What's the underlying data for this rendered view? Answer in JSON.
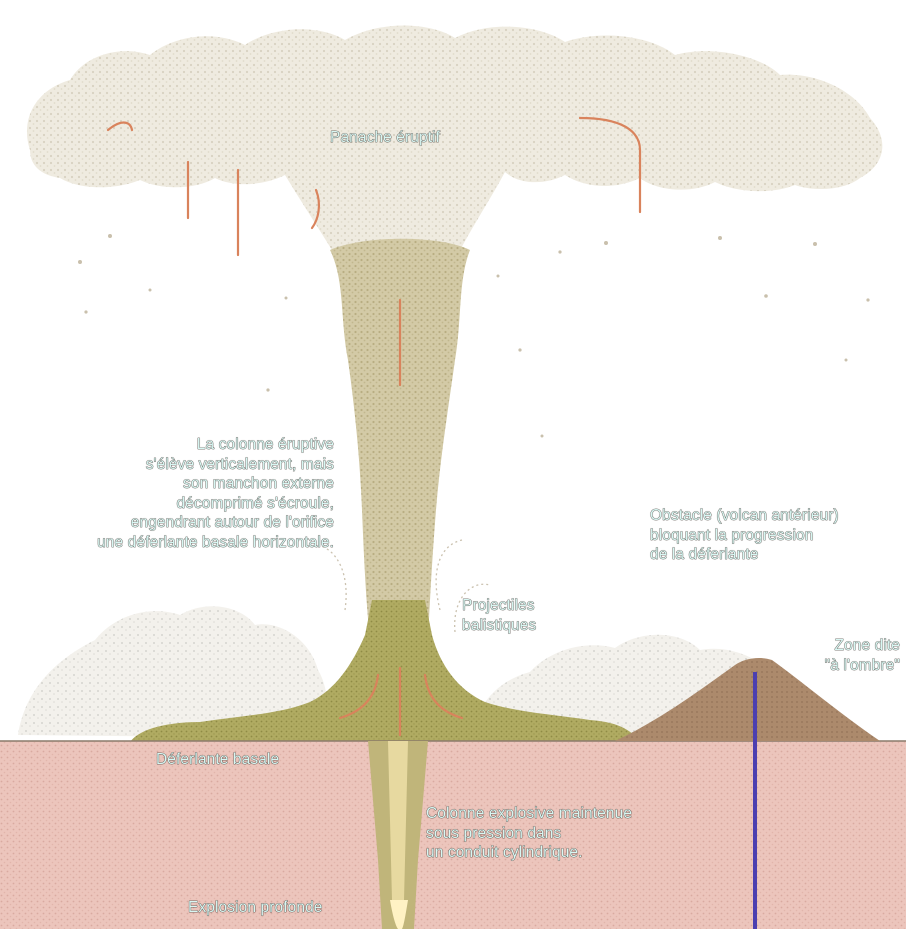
{
  "labels": {
    "plume": "Panache éruptif",
    "column": [
      "La colonne éruptive",
      "s'élève verticalement, mais",
      "son manchon externe",
      "décomprimé s'écroule,",
      "engendrant autour de l'orifice",
      "une déferlante basale horizontale."
    ],
    "obstacle": [
      "Obstacle (volcan antérieur)",
      "bloquant la progression",
      "de la déferlante"
    ],
    "projectiles": [
      "Projectiles",
      "balistiques"
    ],
    "shadow_zone": [
      "Zone dite",
      "\"à l'ombre\""
    ],
    "base_surge": "Déferlante basale",
    "explosive_column": [
      "Colonne explosive maintenue",
      "sous pression dans",
      "un conduit cylindrique."
    ],
    "deep_explosion": "Explosion profonde"
  },
  "colors": {
    "sky": "#ffffff",
    "cloud": "#ede9dd",
    "column": "#cfc6a2",
    "surge": "#a9a65a",
    "ground": "#ecc5bc",
    "obstacle": "#a9876a",
    "marker": "#4b3fb0",
    "arrow": "#d9835c"
  }
}
